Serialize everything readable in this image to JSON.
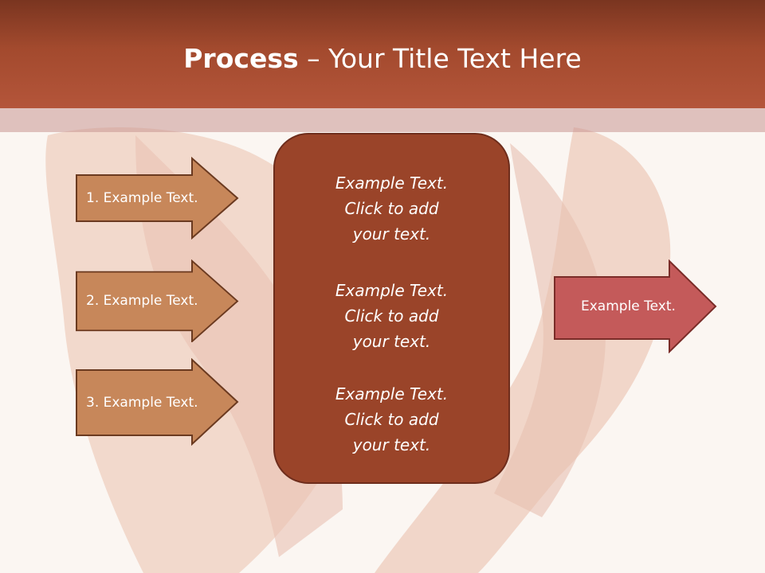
{
  "title": {
    "bold": "Process",
    "rest": " – Your Title Text Here"
  },
  "left_arrows": [
    {
      "label": "1. Example Text."
    },
    {
      "label": "2. Example Text."
    },
    {
      "label": "3. Example Text."
    }
  ],
  "center_blocks": [
    {
      "lines": [
        "Example Text.",
        "Click  to add",
        "your text."
      ]
    },
    {
      "lines": [
        "Example Text.",
        "Click  to add",
        "your text."
      ]
    },
    {
      "lines": [
        "Example Text.",
        "Click  to add",
        "your text."
      ]
    }
  ],
  "right_arrow": {
    "label": "Example Text."
  },
  "colors": {
    "header": "#a34a2e",
    "left_arrow_fill": "#c7875a",
    "center_box_fill": "#9a4429",
    "right_arrow_fill": "#c45a5a"
  }
}
